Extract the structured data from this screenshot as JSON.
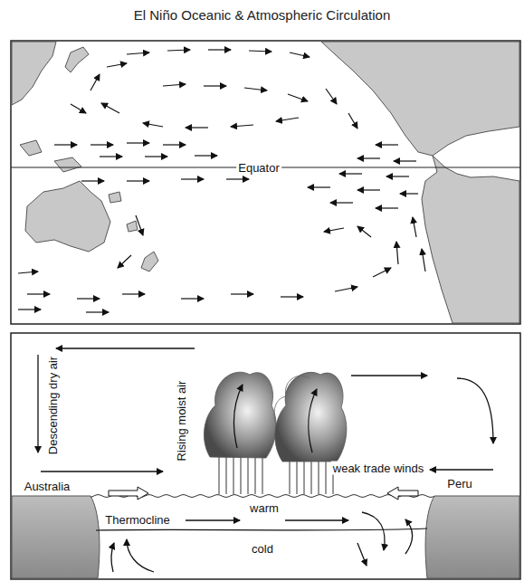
{
  "diagram": {
    "title": "El Niño Oceanic & Atmospheric Circulation",
    "labels": [
      "Equator",
      "Descending dry air",
      "Rising moist air",
      "Australia",
      "Peru",
      "weak trade winds",
      "warm",
      "Thermocline",
      "cold"
    ]
  }
}
